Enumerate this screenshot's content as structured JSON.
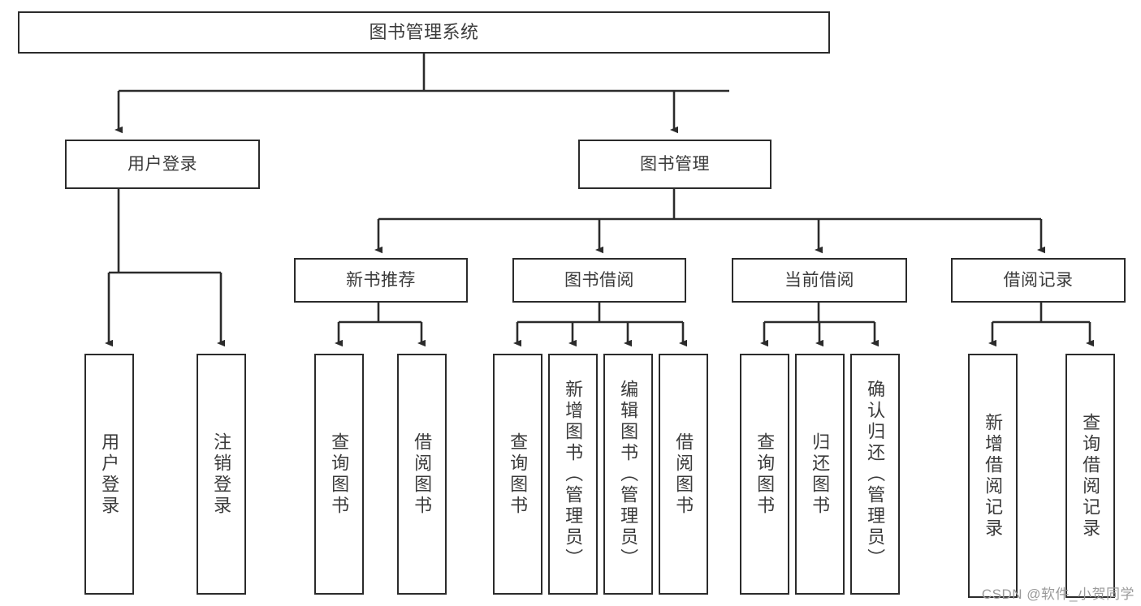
{
  "diagram": {
    "title": "图书管理系统",
    "watermark": "CSDN @软件_小贺同学",
    "line_color": "#2b2b2b",
    "text_color": "#3b3b3b",
    "background": "#ffffff",
    "type": "tree-hierarchy",
    "root": {
      "label": "图书管理系统"
    },
    "level2": [
      {
        "label": "用户登录"
      },
      {
        "label": "图书管理"
      }
    ],
    "level3": [
      {
        "label": "新书推荐"
      },
      {
        "label": "图书借阅"
      },
      {
        "label": "当前借阅"
      },
      {
        "label": "借阅记录"
      }
    ],
    "leaves": {
      "user_login": [
        {
          "label": "用户登录"
        },
        {
          "label": "注销登录"
        }
      ],
      "new_book_recommend": [
        {
          "label": "查询图书"
        },
        {
          "label": "借阅图书"
        }
      ],
      "book_borrow": [
        {
          "label": "查询图书"
        },
        {
          "label": "新增图书（管理员）"
        },
        {
          "label": "编辑图书（管理员）"
        },
        {
          "label": "借阅图书"
        }
      ],
      "current_borrow": [
        {
          "label": "查询图书"
        },
        {
          "label": "归还图书"
        },
        {
          "label": "确认归还（管理员）"
        }
      ],
      "borrow_record": [
        {
          "label": "新增借阅记录"
        },
        {
          "label": "查询借阅记录"
        }
      ]
    }
  }
}
